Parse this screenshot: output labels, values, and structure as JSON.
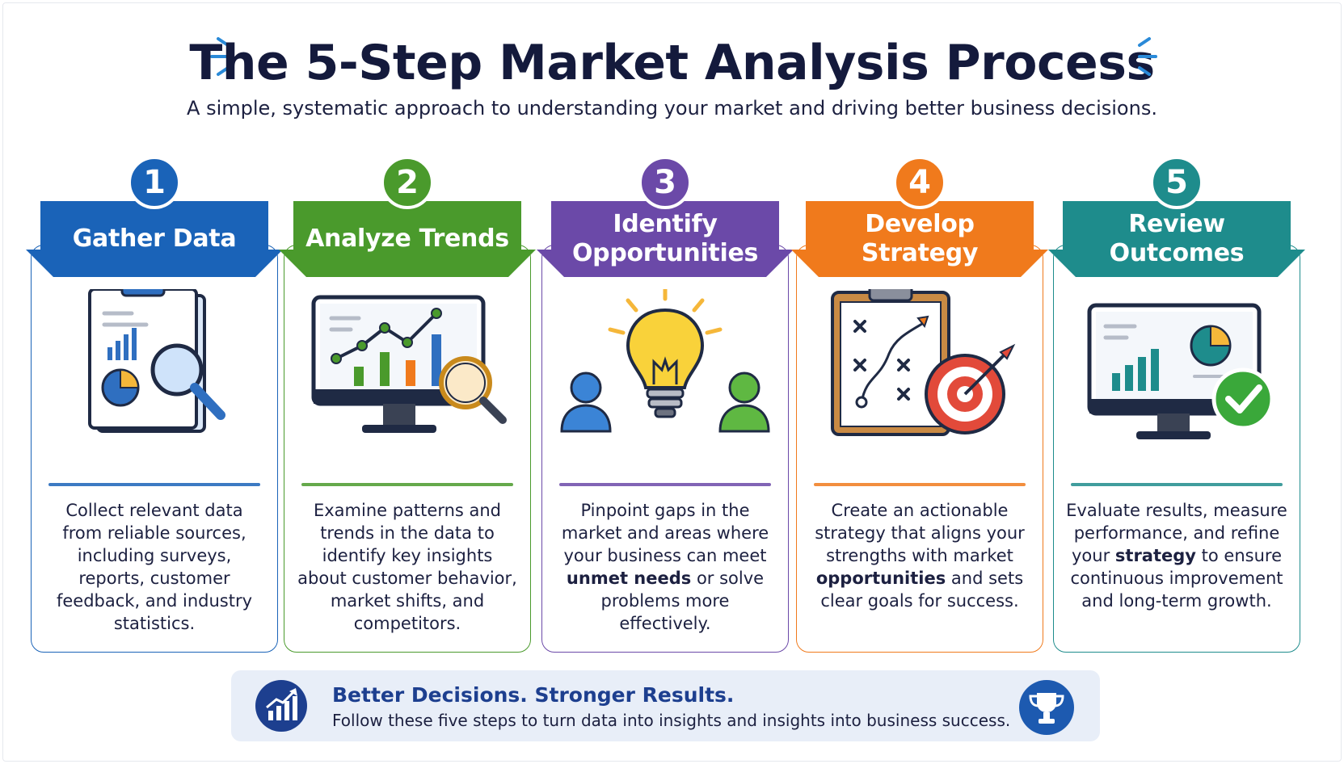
{
  "header": {
    "title": "The 5-Step Market Analysis Process",
    "subtitle": "A simple, systematic approach to understanding your market and driving better business decisions."
  },
  "steps": [
    {
      "number": "1",
      "title": "Gather Data",
      "color": "#1a63b8",
      "desc_parts": [
        "Collect relevant data from reliable sources, including surveys, reports, customer feedback, and industry statistics.",
        "",
        ""
      ],
      "icon": "clipboard-magnifier-icon"
    },
    {
      "number": "2",
      "title": "Analyze Trends",
      "color": "#4a9a2c",
      "desc_parts": [
        "Examine patterns and trends in the data to identify key insights about customer behavior, market shifts, and competitors.",
        "",
        ""
      ],
      "icon": "monitor-chart-magnifier-icon"
    },
    {
      "number": "3",
      "title": "Identify Opportunities",
      "color": "#6b49a8",
      "desc_parts": [
        "Pinpoint gaps in the market and areas where your business can meet ",
        "unmet needs",
        " or solve problems more effectively."
      ],
      "icon": "lightbulb-people-icon"
    },
    {
      "number": "4",
      "title": "Develop Strategy",
      "color": "#f07a1c",
      "desc_parts": [
        "Create an actionable strategy that aligns your strengths with market ",
        "opportunities",
        " and sets clear goals for success."
      ],
      "icon": "strategy-target-icon"
    },
    {
      "number": "5",
      "title": "Review Outcomes",
      "color": "#1e8c8c",
      "desc_parts": [
        "Evaluate results, measure performance, and refine your ",
        "strategy",
        " to ensure continuous improvement and long-term growth."
      ],
      "icon": "monitor-checkmark-icon"
    }
  ],
  "footer": {
    "title": "Better Decisions. Stronger Results.",
    "text": "Follow these five steps to turn data into insights and insights into business success.",
    "left_icon": "growth-chart-icon",
    "right_icon": "trophy-icon",
    "accent": "#1d3f8f"
  }
}
